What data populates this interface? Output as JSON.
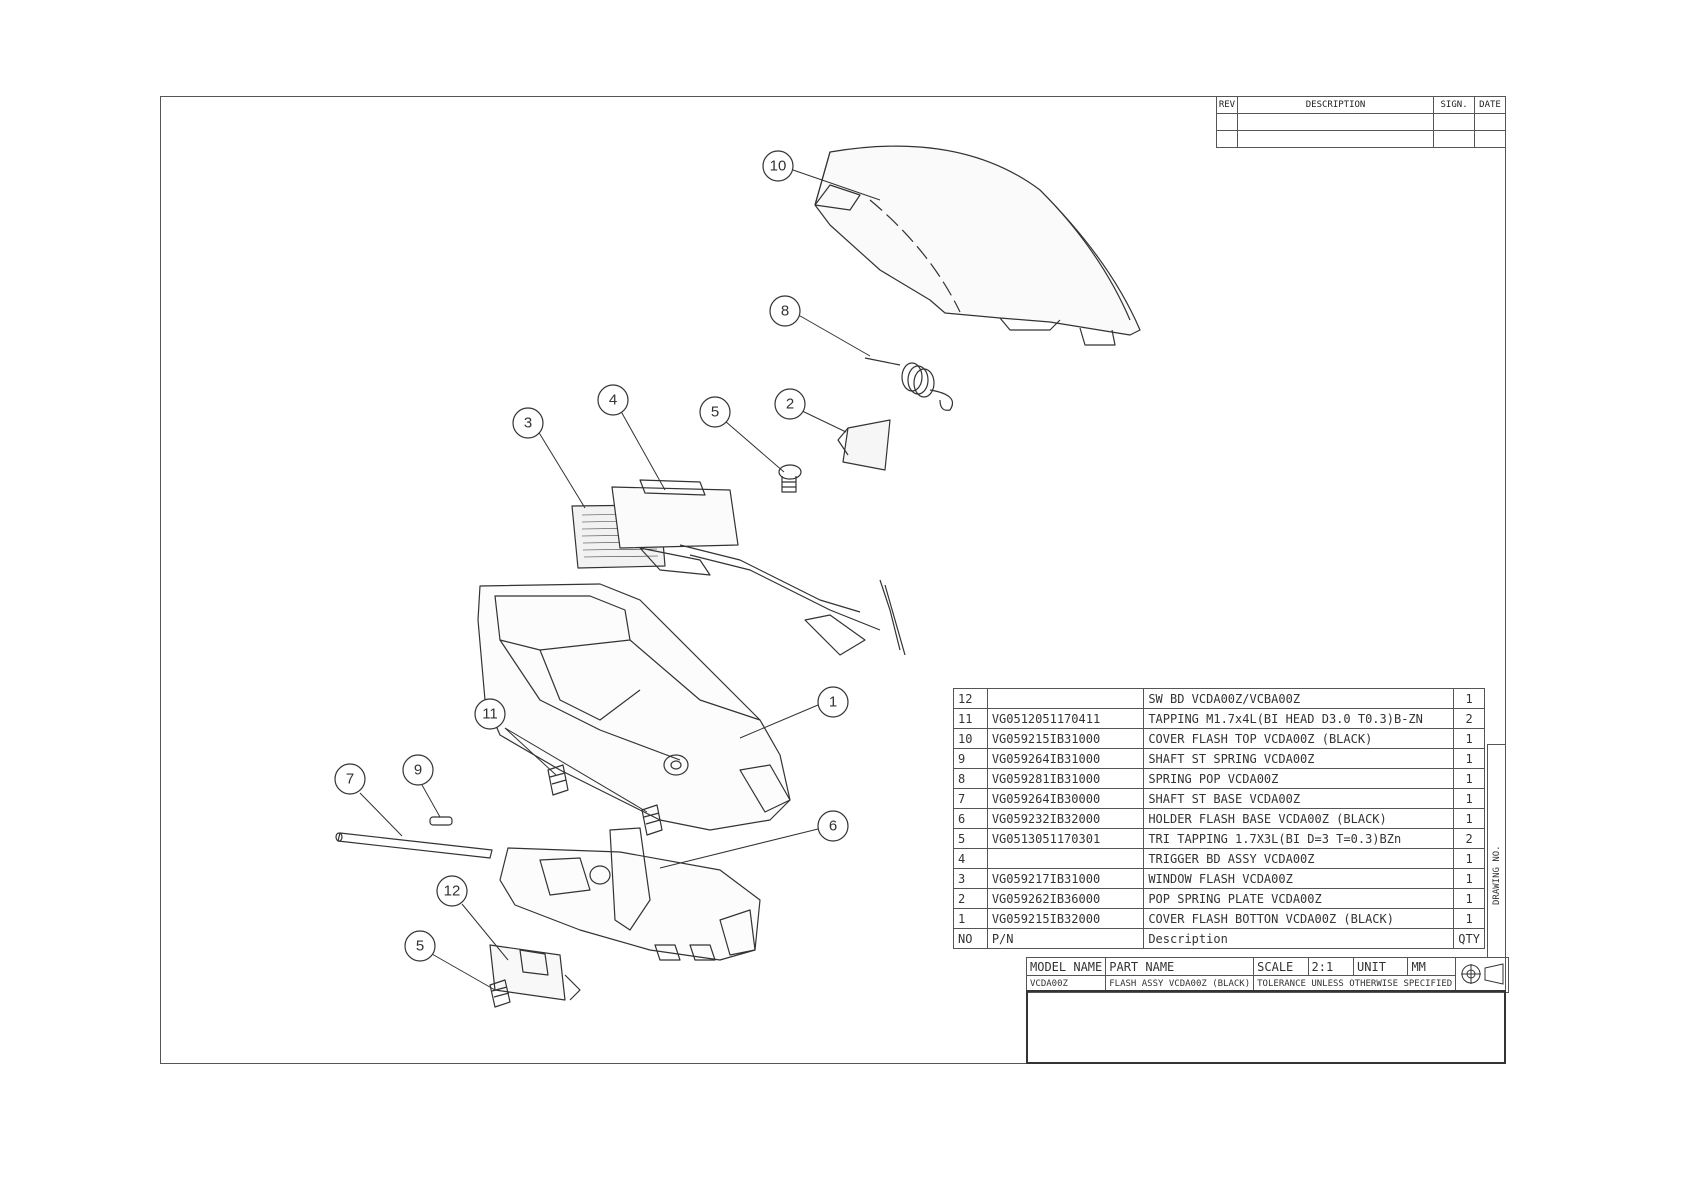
{
  "revision_table": {
    "headers": [
      "REV",
      "DESCRIPTION",
      "SIGN.",
      "DATE"
    ]
  },
  "callouts": [
    "1",
    "2",
    "3",
    "4",
    "5",
    "6",
    "7",
    "8",
    "9",
    "10",
    "11",
    "12"
  ],
  "bom": {
    "rows": [
      {
        "no": "12",
        "pn": "",
        "desc": "SW BD VCDA00Z/VCBA00Z",
        "qty": "1"
      },
      {
        "no": "11",
        "pn": "VG0512051170411",
        "desc": "TAPPING M1.7x4L(BI HEAD D3.0 T0.3)B-ZN",
        "qty": "2"
      },
      {
        "no": "10",
        "pn": "VG059215IB31000",
        "desc": "COVER FLASH TOP VCDA00Z (BLACK)",
        "qty": "1"
      },
      {
        "no": "9",
        "pn": "VG059264IB31000",
        "desc": "SHAFT ST SPRING VCDA00Z",
        "qty": "1"
      },
      {
        "no": "8",
        "pn": "VG059281IB31000",
        "desc": "SPRING POP VCDA00Z",
        "qty": "1"
      },
      {
        "no": "7",
        "pn": "VG059264IB30000",
        "desc": "SHAFT ST BASE VCDA00Z",
        "qty": "1"
      },
      {
        "no": "6",
        "pn": "VG059232IB32000",
        "desc": "HOLDER FLASH BASE VCDA00Z (BLACK)",
        "qty": "1"
      },
      {
        "no": "5",
        "pn": "VG0513051170301",
        "desc": "TRI TAPPING 1.7X3L(BI D=3 T=0.3)BZn",
        "qty": "2"
      },
      {
        "no": "4",
        "pn": "",
        "desc": "TRIGGER BD ASSY VCDA00Z",
        "qty": "1"
      },
      {
        "no": "3",
        "pn": "VG059217IB31000",
        "desc": "WINDOW FLASH VCDA00Z",
        "qty": "1"
      },
      {
        "no": "2",
        "pn": "VG059262IB36000",
        "desc": "POP SPRING PLATE VCDA00Z",
        "qty": "1"
      },
      {
        "no": "1",
        "pn": "VG059215IB32000",
        "desc": "COVER FLASH BOTTON VCDA00Z (BLACK)",
        "qty": "1"
      }
    ],
    "header": {
      "no": "NO",
      "pn": "P/N",
      "desc": "Description",
      "qty": "QTY"
    }
  },
  "title_block": {
    "model_name_label": "MODEL NAME",
    "part_name_label": "PART NAME",
    "scale_label": "SCALE",
    "scale_value": "2:1",
    "unit_label": "UNIT",
    "unit_value": "MM",
    "model_name": "VCDA00Z",
    "part_name": "FLASH ASSY VCDA00Z (BLACK)",
    "tolerance": "TOLERANCE UNLESS OTHERWISE SPECIFIED",
    "drawing_no_label": "DRAWING NO."
  }
}
